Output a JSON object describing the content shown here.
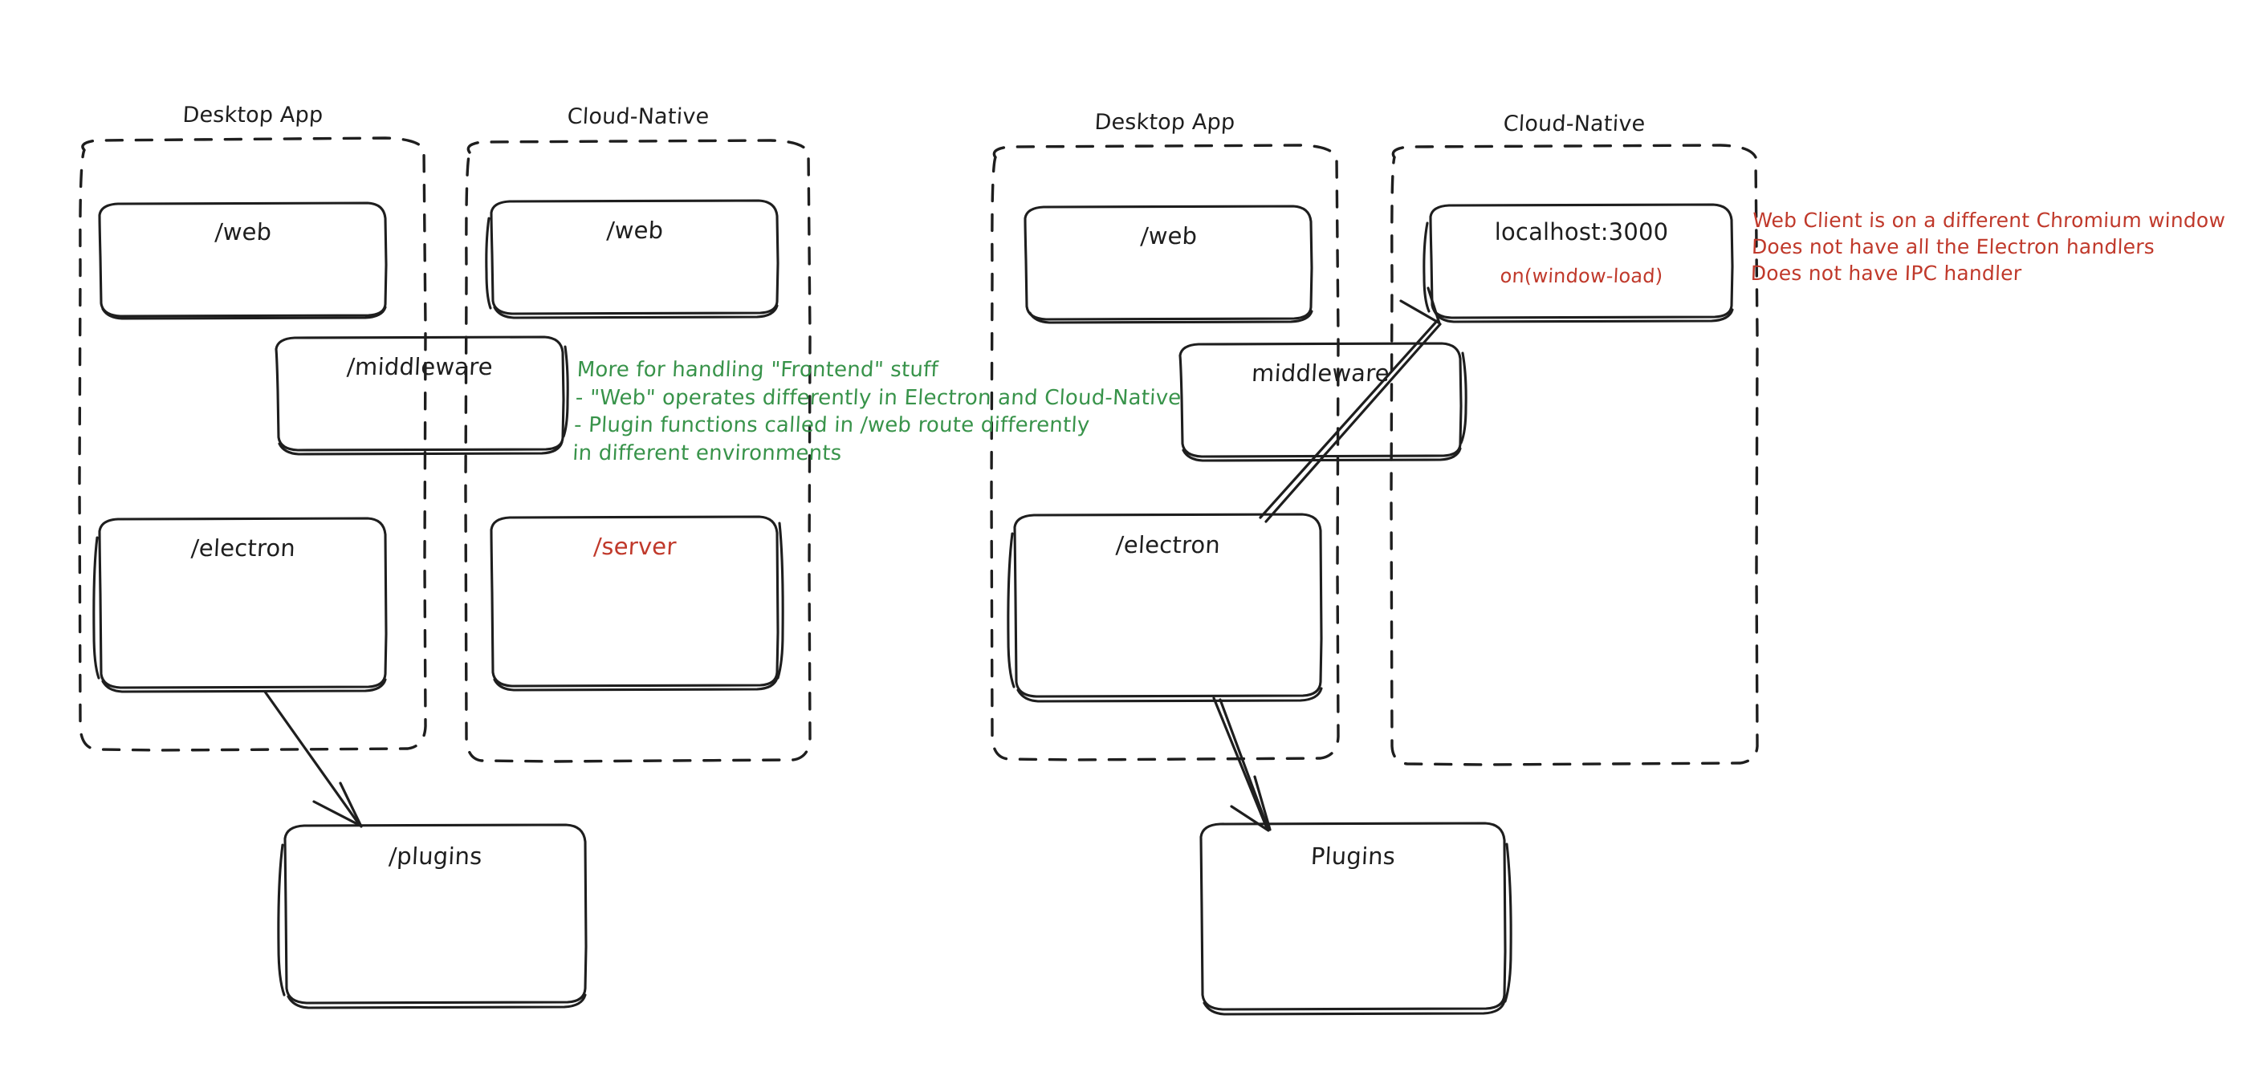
{
  "diagram": {
    "title": "Electron vs Cloud-Native architecture comparison",
    "background": "#ffffff",
    "colors": {
      "stroke": "#1e1e1e",
      "red": "#c0392b",
      "green": "#38934a"
    },
    "panels": [
      {
        "id": "left",
        "groups": [
          {
            "id": "left-desktop",
            "label": "Desktop App"
          },
          {
            "id": "left-cloud",
            "label": "Cloud-Native"
          }
        ],
        "nodes": [
          {
            "id": "left-desktop-web",
            "label": "/web",
            "color": "#1e1e1e"
          },
          {
            "id": "left-cloud-web",
            "label": "/web",
            "color": "#1e1e1e"
          },
          {
            "id": "left-middleware",
            "label": "/middleware",
            "color": "#1e1e1e"
          },
          {
            "id": "left-electron",
            "label": "/electron",
            "color": "#1e1e1e"
          },
          {
            "id": "left-server",
            "label": "/server",
            "color": "#c0392b"
          },
          {
            "id": "left-plugins",
            "label": "/plugins",
            "color": "#1e1e1e"
          }
        ],
        "annotation": {
          "color": "#38934a",
          "lines": [
            "More for handling \"Frontend\" stuff",
            "- \"Web\" operates differently in Electron and Cloud-Native",
            "- Plugin functions called in /web route differently",
            "in different environments"
          ]
        }
      },
      {
        "id": "right",
        "groups": [
          {
            "id": "right-desktop",
            "label": "Desktop App"
          },
          {
            "id": "right-cloud",
            "label": "Cloud-Native"
          }
        ],
        "nodes": [
          {
            "id": "right-desktop-web",
            "label": "/web",
            "color": "#1e1e1e"
          },
          {
            "id": "right-localhost",
            "label": "localhost:3000",
            "color": "#1e1e1e",
            "sublabel": "on(window-load)",
            "sublabel_color": "#c0392b"
          },
          {
            "id": "right-middleware",
            "label": "middleware",
            "color": "#1e1e1e"
          },
          {
            "id": "right-electron",
            "label": "/electron",
            "color": "#1e1e1e"
          },
          {
            "id": "right-plugins",
            "label": "Plugins",
            "color": "#1e1e1e"
          }
        ],
        "annotation": {
          "color": "#c0392b",
          "lines": [
            "Web Client is on a different Chromium window",
            "Does not have all the Electron handlers",
            "Does not have IPC handler"
          ]
        }
      }
    ]
  }
}
